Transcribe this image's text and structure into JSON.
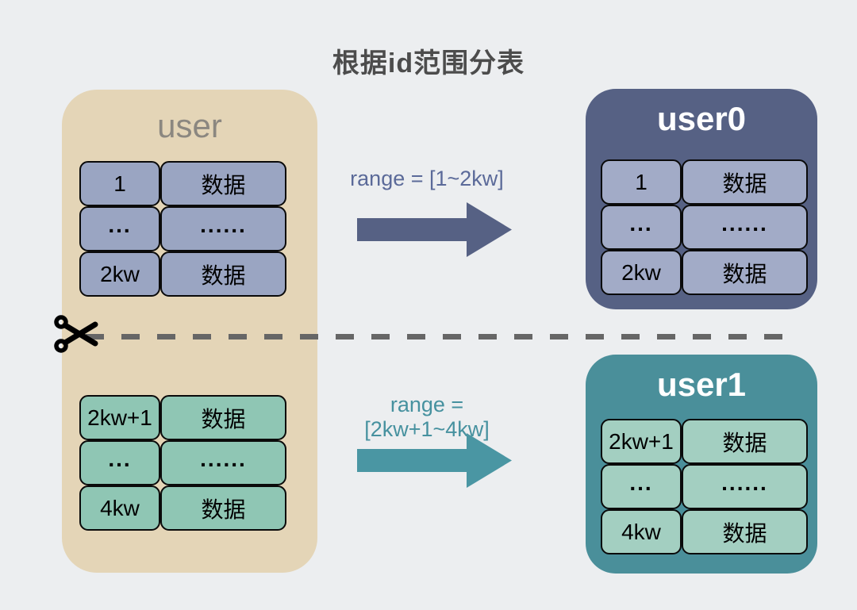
{
  "title": "根据id范围分表",
  "source_table": {
    "name": "user",
    "top_rows": [
      [
        "1",
        "数据"
      ],
      [
        "...",
        "......"
      ],
      [
        "2kw",
        "数据"
      ]
    ],
    "bottom_rows": [
      [
        "2kw+1",
        "数据"
      ],
      [
        "...",
        "......"
      ],
      [
        "4kw",
        "数据"
      ]
    ]
  },
  "mappings": [
    {
      "label": "range = [1~2kw]"
    },
    {
      "label": "range = [2kw+1~4kw]"
    }
  ],
  "shard_tables": [
    {
      "name": "user0",
      "rows": [
        [
          "1",
          "数据"
        ],
        [
          "...",
          "......"
        ],
        [
          "2kw",
          "数据"
        ]
      ]
    },
    {
      "name": "user1",
      "rows": [
        [
          "2kw+1",
          "数据"
        ],
        [
          "...",
          "......"
        ],
        [
          "4kw",
          "数据"
        ]
      ]
    }
  ],
  "icons": {
    "scissors": "scissors-icon",
    "arrows": "arrow-right-icon"
  },
  "colors": {
    "background": "#eceef0",
    "source_box": "#e4d5b7",
    "shard0_box": "#566184",
    "shard1_box": "#4a8f9a",
    "row_blue": "#9aa5c2",
    "row_blue_light": "#a2abc7",
    "row_teal": "#8fc6b4",
    "row_teal_light": "#a3cfc1",
    "arrow_blue": "#566184",
    "arrow_teal": "#4a96a3",
    "dashed_line": "#666666",
    "title_text": "#4c4c4c",
    "source_label": "#8b8780",
    "shard_label": "#ffffff",
    "range_blue_text": "#5b6a99",
    "range_teal_text": "#46919f"
  }
}
